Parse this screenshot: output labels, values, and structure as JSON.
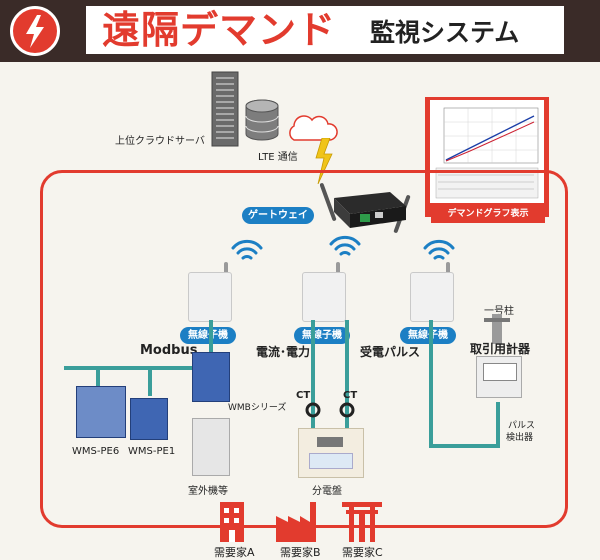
{
  "title": {
    "main": "遠隔デマンド",
    "sub": "監視システム"
  },
  "labels": {
    "cloud_server": "上位クラウドサーバ",
    "lte": "LTE 通信",
    "gateway": "ゲートウェイ",
    "demand_graph": "デマンドグラフ表示",
    "wireless_1": "無線子機",
    "wireless_2": "無線子機",
    "wireless_3": "無線子機",
    "modbus": "Modbus",
    "current_power": "電流･電力",
    "pulse": "受電パルス",
    "pole": "一号柱",
    "meter": "取引用計器",
    "wmb": "WMBシリーズ",
    "ct1": "CT",
    "ct2": "CT",
    "pulse_detector_1": "パルス",
    "pulse_detector_2": "検出器",
    "wms_pe6": "WMS-PE6",
    "wms_pe1": "WMS-PE1",
    "outdoor": "室外機等",
    "panel": "分電盤",
    "consumer_a": "需要家A",
    "consumer_b": "需要家B",
    "consumer_c": "需要家C"
  },
  "colors": {
    "accent": "#e23b2e",
    "header_bg": "#3a2b28",
    "pill": "#1c7fc4",
    "wire": "#3a9e9a"
  },
  "icons": [
    "lightning-icon",
    "server-icon",
    "database-icon",
    "cloud-icon",
    "wifi-icon",
    "building-icon",
    "factory-icon",
    "shrine-icon"
  ]
}
